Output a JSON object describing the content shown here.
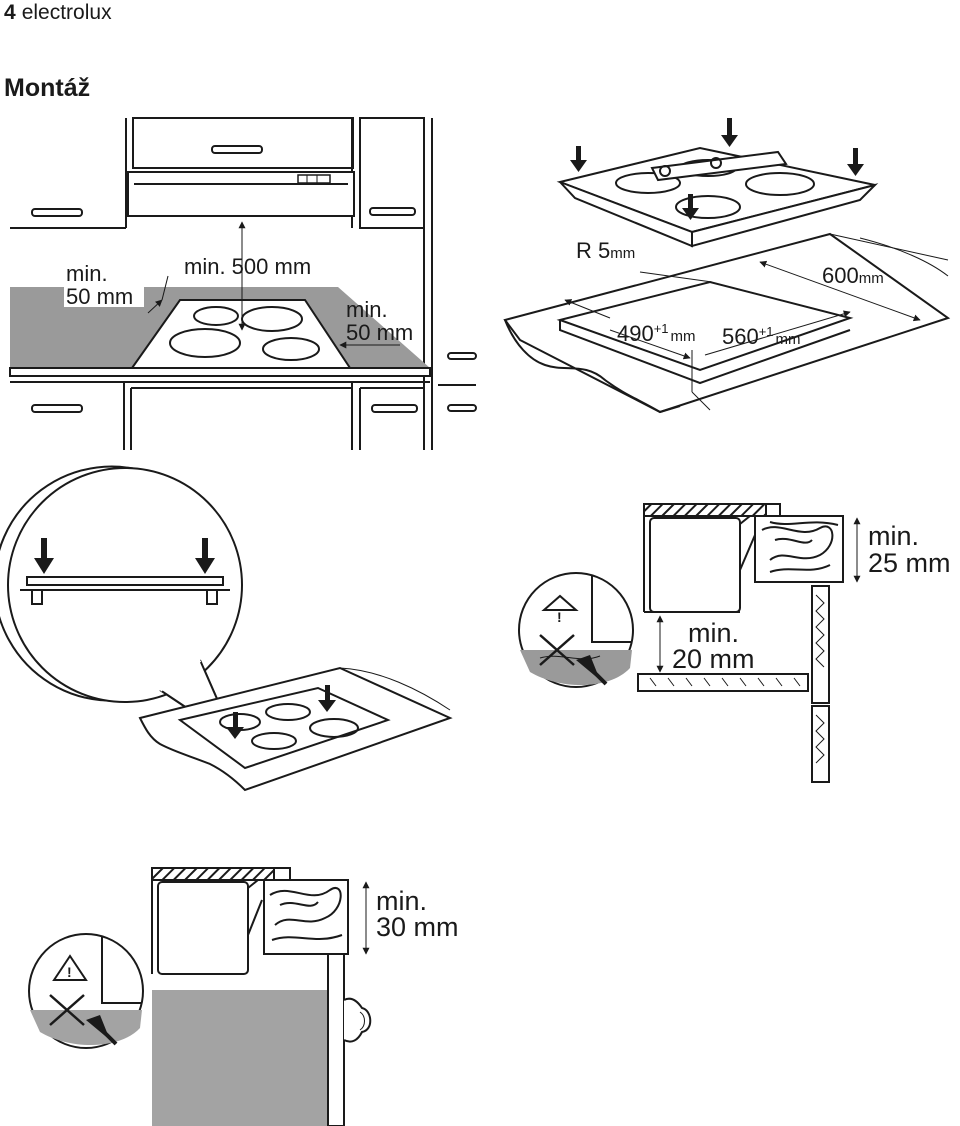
{
  "header": {
    "page_number": "4",
    "brand": "electrolux"
  },
  "section_title": "Montáž",
  "figure1": {
    "min_50_left_1": "min.",
    "min_50_left_2": "50 mm",
    "min_500": "min. 500 mm",
    "min_50_right_1": "min.",
    "min_50_right_2": "50 mm"
  },
  "figure2": {
    "radius": "R 5",
    "radius_unit": "mm",
    "width": "600",
    "width_unit": "mm",
    "cut_depth": "490",
    "cut_depth_tol": "+1",
    "cut_depth_unit": "mm",
    "cut_width": "560",
    "cut_width_tol": "+1",
    "cut_width_unit": "mm"
  },
  "figure4": {
    "min_25_1": "min.",
    "min_25_2": "25 mm",
    "min_20_1": "min.",
    "min_20_2": "20 mm",
    "warning_symbol": "!"
  },
  "figure5": {
    "min_30_1": "min.",
    "min_30_2": "30 mm",
    "warning_symbol": "!"
  },
  "colors": {
    "line": "#1a1a1a",
    "counter_grey": "#9a9a9a",
    "oven_grey": "#a3a3a3",
    "wood": "#ffffff"
  }
}
